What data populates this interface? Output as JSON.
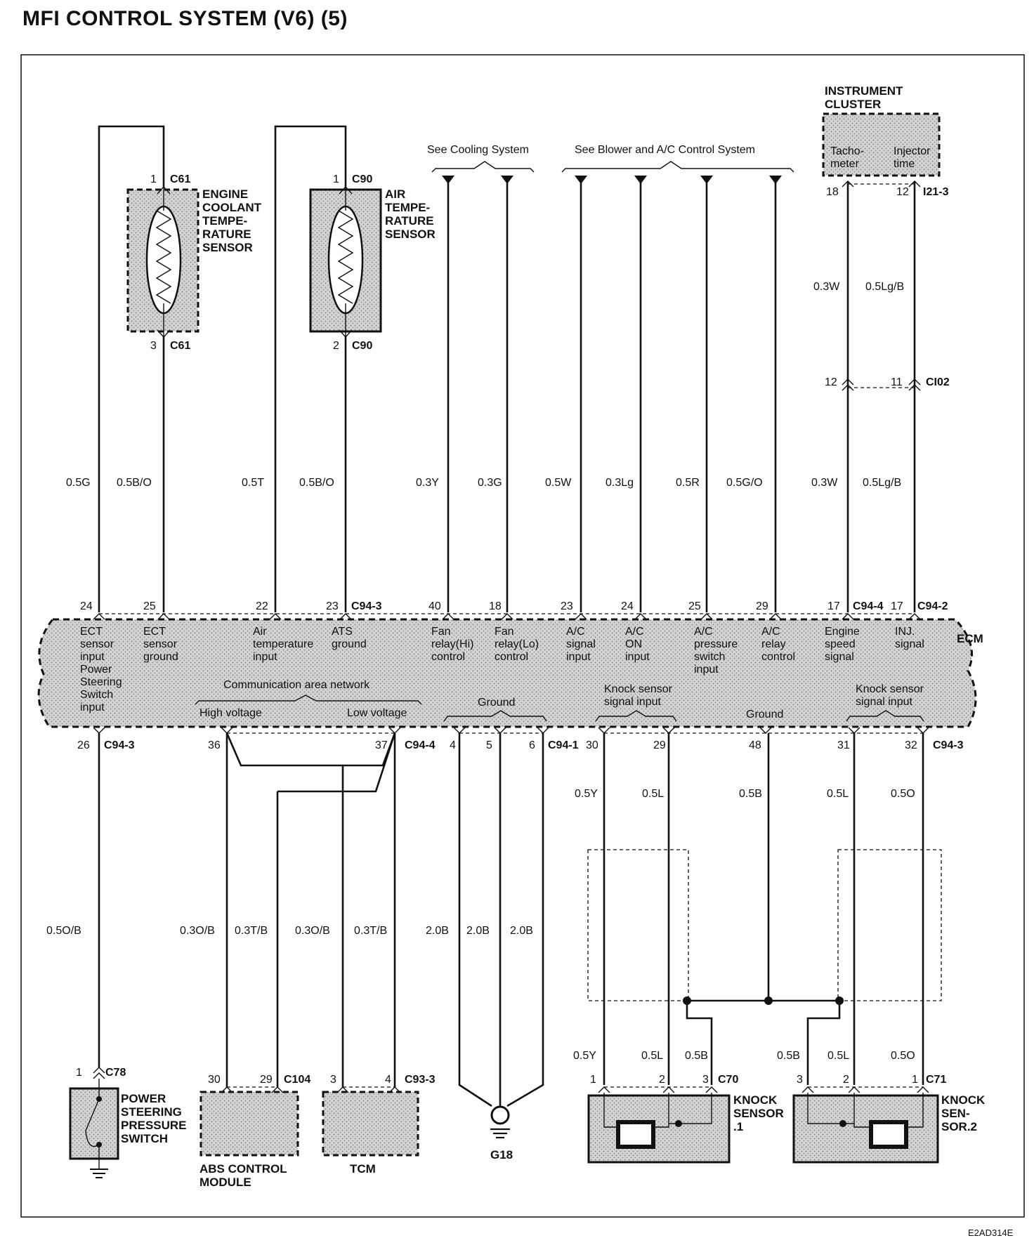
{
  "title": "MFI CONTROL SYSTEM (V6) (5)",
  "figure_code": "E2AD314E",
  "components": {
    "ect_sensor": [
      "ENGINE",
      "COOLANT",
      "TEMPE-",
      "RATURE",
      "SENSOR"
    ],
    "air_sensor": [
      "AIR",
      "TEMPE-",
      "RATURE",
      "SENSOR"
    ],
    "instrument_cluster": [
      "INSTRUMENT",
      "CLUSTER"
    ],
    "ecm": "ECM",
    "ps_switch": [
      "POWER",
      "STEERING",
      "PRESSURE",
      "SWITCH"
    ],
    "abs_module": [
      "ABS CONTROL",
      "MODULE"
    ],
    "tcm": "TCM",
    "ground": "G18",
    "knock1": [
      "KNOCK",
      "SENSOR",
      ".1"
    ],
    "knock2": [
      "KNOCK",
      "SEN-",
      "SOR.2"
    ]
  },
  "refs": {
    "cooling": "See Cooling System",
    "blower": "See Blower and A/C Control System"
  },
  "cluster_pins": {
    "tacho": [
      "Tacho-",
      "meter"
    ],
    "injector": [
      "Injector",
      "time"
    ]
  },
  "connectors": {
    "c61_top": {
      "pin": "1",
      "name": "C61"
    },
    "c61_bot": {
      "pin": "3",
      "name": "C61"
    },
    "c90_top": {
      "pin": "1",
      "name": "C90"
    },
    "c90_bot": {
      "pin": "2",
      "name": "C90"
    },
    "i21": {
      "pin_a": "18",
      "pin_b": "12",
      "name": "I21-3"
    },
    "ci02": {
      "pin_a": "12",
      "pin_b": "11",
      "name": "CI02"
    },
    "c94_3_top": "C94-3",
    "c94_4_top": "C94-4",
    "c94_2_top": "C94-2",
    "c94_3_bot": "C94-3",
    "c94_4_bot": "C94-4",
    "c94_1_bot": "C94-1",
    "c94_3_bot_r": "C94-3",
    "c78": {
      "pin": "1",
      "name": "C78"
    },
    "c104": {
      "pin_a": "30",
      "pin_b": "29",
      "name": "C104"
    },
    "c93": {
      "pin_a": "3",
      "pin_b": "4",
      "name": "C93-3"
    },
    "c70": {
      "pins": [
        "1",
        "2",
        "3"
      ],
      "name": "C70"
    },
    "c71": {
      "pins": [
        "3",
        "2",
        "1"
      ],
      "name": "C71"
    }
  },
  "top_pins": [
    "24",
    "25",
    "22",
    "23",
    "40",
    "18",
    "23",
    "24",
    "25",
    "29",
    "17",
    "17"
  ],
  "top_wires": [
    "0.5G",
    "0.5B/O",
    "0.5T",
    "0.5B/O",
    "0.3Y",
    "0.3G",
    "0.5W",
    "0.3Lg",
    "0.5R",
    "0.5G/O",
    "0.3W",
    "0.5Lg/B"
  ],
  "cluster_wires": [
    "0.3W",
    "0.5Lg/B"
  ],
  "ecm_labels": {
    "ect_in": [
      "ECT",
      "sensor",
      "input"
    ],
    "ect_gnd": [
      "ECT",
      "sensor",
      "ground"
    ],
    "air_in": [
      "Air",
      "temperature",
      "input"
    ],
    "ats_gnd": [
      "ATS",
      "ground"
    ],
    "fan_hi": [
      "Fan",
      "relay(Hi)",
      "control"
    ],
    "fan_lo": [
      "Fan",
      "relay(Lo)",
      "control"
    ],
    "ac_sig": [
      "A/C",
      "signal",
      "input"
    ],
    "ac_on": [
      "A/C",
      "ON",
      "input"
    ],
    "ac_press": [
      "A/C",
      "pressure",
      "switch",
      "input"
    ],
    "ac_relay": [
      "A/C",
      "relay",
      "control"
    ],
    "eng_speed": [
      "Engine",
      "speed",
      "signal"
    ],
    "inj": [
      "INJ.",
      "signal"
    ],
    "ps_in": [
      "Power",
      "Steering",
      "Switch",
      "input"
    ],
    "can": "Communication area network",
    "high_v": "High voltage",
    "low_v": "Low voltage",
    "ground1": "Ground",
    "knock1": [
      "Knock sensor",
      "signal input"
    ],
    "ground2": "Ground",
    "knock2": [
      "Knock sensor",
      "signal input"
    ]
  },
  "bottom_pins": [
    "26",
    "36",
    "37",
    "4",
    "5",
    "6",
    "30",
    "29",
    "48",
    "31",
    "32"
  ],
  "bottom_wires_upper": [
    "0.5Y",
    "0.5L",
    "0.5B",
    "0.5L",
    "0.5O"
  ],
  "bottom_wires_mid": [
    "0.5O/B",
    "0.3O/B",
    "0.3T/B",
    "0.3O/B",
    "0.3T/B",
    "2.0B",
    "2.0B",
    "2.0B"
  ],
  "bottom_wires_lower": [
    "0.5Y",
    "0.5L",
    "0.5B",
    "0.5B",
    "0.5L",
    "0.5O"
  ]
}
